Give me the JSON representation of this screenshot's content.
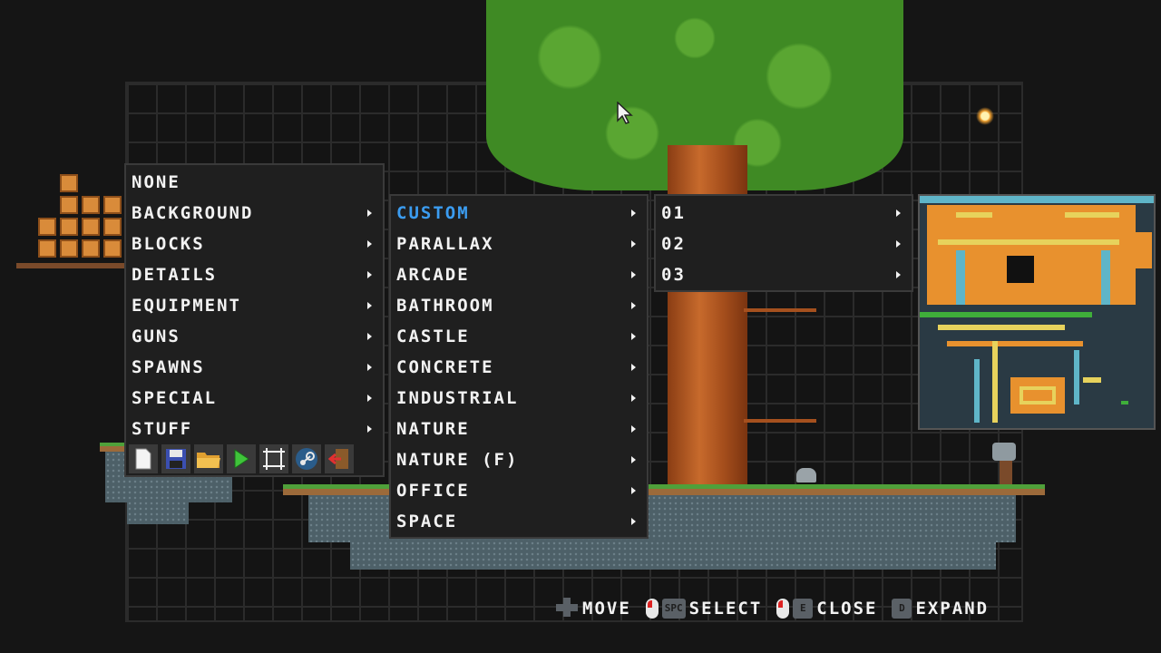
{
  "menu_main": {
    "items": [
      {
        "label": "NONE",
        "has_submenu": false
      },
      {
        "label": "BACKGROUND",
        "has_submenu": true
      },
      {
        "label": "BLOCKS",
        "has_submenu": true
      },
      {
        "label": "DETAILS",
        "has_submenu": true
      },
      {
        "label": "EQUIPMENT",
        "has_submenu": true
      },
      {
        "label": "GUNS",
        "has_submenu": true
      },
      {
        "label": "SPAWNS",
        "has_submenu": true
      },
      {
        "label": "SPECIAL",
        "has_submenu": true
      },
      {
        "label": "STUFF",
        "has_submenu": true
      }
    ]
  },
  "toolbar": {
    "icons": [
      "new-file-icon",
      "save-icon",
      "open-folder-icon",
      "play-icon",
      "select-region-icon",
      "steam-icon",
      "exit-icon"
    ]
  },
  "menu_category": {
    "items": [
      {
        "label": "CUSTOM",
        "active": true
      },
      {
        "label": "PARALLAX"
      },
      {
        "label": "ARCADE"
      },
      {
        "label": "BATHROOM"
      },
      {
        "label": "CASTLE"
      },
      {
        "label": "CONCRETE"
      },
      {
        "label": "INDUSTRIAL"
      },
      {
        "label": "NATURE"
      },
      {
        "label": "NATURE (F)"
      },
      {
        "label": "OFFICE"
      },
      {
        "label": "SPACE"
      }
    ]
  },
  "menu_custom": {
    "items": [
      {
        "label": "01"
      },
      {
        "label": "02"
      },
      {
        "label": "03"
      }
    ]
  },
  "hints": {
    "move": "MOVE",
    "select_key": "SPC",
    "select": "SELECT",
    "close_key": "E",
    "close": "CLOSE",
    "expand_key": "D",
    "expand": "EXPAND"
  },
  "colors": {
    "highlight": "#3b9cf0",
    "menu_bg": "#1f1f1f",
    "text": "#f2f2f2"
  }
}
